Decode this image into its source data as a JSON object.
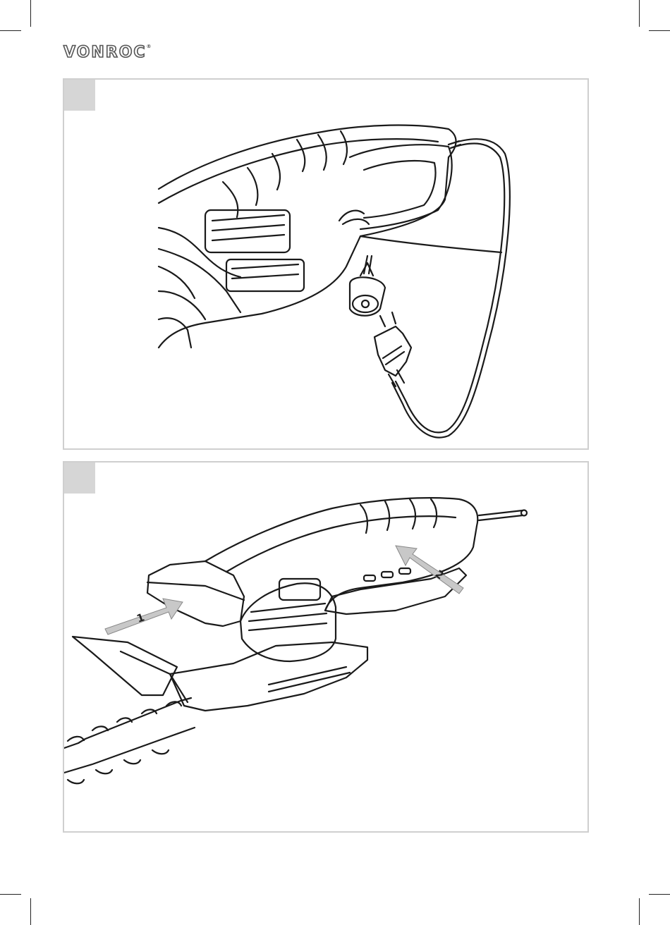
{
  "brand": {
    "logo_text": "VONROC",
    "registered_mark": "®"
  },
  "figures": [
    {
      "id": "figure-1",
      "subject": "hedge-trimmer-cable-plug",
      "labels": []
    },
    {
      "id": "figure-2",
      "subject": "hedge-trimmer-switches",
      "labels": [
        "1",
        "2"
      ]
    }
  ],
  "colors": {
    "panel_border": "#cfcfcf",
    "tab_fill": "#d6d6d6",
    "arrow_fill": "#c8c8c8",
    "line_art": "#1a1a1a"
  }
}
